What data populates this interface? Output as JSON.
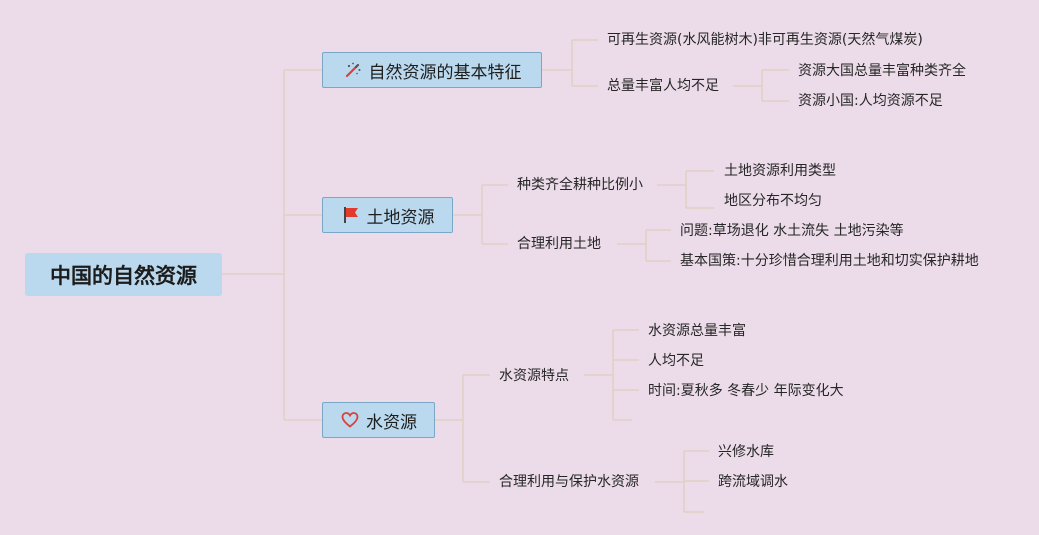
{
  "root": {
    "label": "中国的自然资源"
  },
  "branches": [
    {
      "label": "自然资源的基本特征",
      "icon": "magic-wand-icon",
      "children": [
        {
          "label": "可再生资源(水风能树木)非可再生资源(天然气煤炭)"
        },
        {
          "label": "总量丰富人均不足",
          "children": [
            {
              "label": "资源大国总量丰富种类齐全"
            },
            {
              "label": "资源小国:人均资源不足"
            }
          ]
        }
      ]
    },
    {
      "label": "土地资源",
      "icon": "red-flag-icon",
      "children": [
        {
          "label": "种类齐全耕种比例小",
          "children": [
            {
              "label": "土地资源利用类型"
            },
            {
              "label": "地区分布不均匀"
            }
          ]
        },
        {
          "label": "合理利用土地",
          "children": [
            {
              "label": "问题:草场退化 水土流失 土地污染等"
            },
            {
              "label": "基本国策:十分珍惜合理利用土地和切实保护耕地"
            }
          ]
        }
      ]
    },
    {
      "label": "水资源",
      "icon": "heart-outline-icon",
      "children": [
        {
          "label": "水资源特点",
          "children": [
            {
              "label": "水资源总量丰富"
            },
            {
              "label": "人均不足"
            },
            {
              "label": "时间:夏秋多 冬春少 年际变化大"
            }
          ]
        },
        {
          "label": "合理利用与保护水资源",
          "children": [
            {
              "label": "兴修水库"
            },
            {
              "label": "跨流域调水"
            }
          ]
        }
      ]
    }
  ],
  "colors": {
    "background": "#ecdcea",
    "node_fill": "#bad9ee",
    "node_border": "#7ba7c7",
    "connector": "#e2cfc4",
    "flag": "#e23b2e",
    "heart": "#d9423a"
  }
}
